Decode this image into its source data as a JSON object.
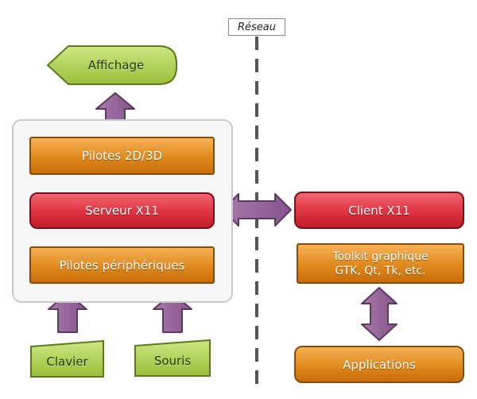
{
  "network": {
    "label": "Réseau"
  },
  "server": {
    "display_label": "Affichage",
    "drivers_2d3d": "Pilotes 2D/3D",
    "x11_server": "Serveur X11",
    "peripheral_drivers": "Pilotes périphériques",
    "keyboard": "Clavier",
    "mouse": "Souris"
  },
  "client": {
    "x11_client": "Client X11",
    "toolkit_line1": "Toolkit graphique",
    "toolkit_line2": "GTK, Qt, Tk, etc.",
    "applications": "Applications"
  },
  "colors": {
    "arrow_fill": "#9b6c9e",
    "arrow_stroke": "#5a3a5e",
    "green_fill": "#b7d65f",
    "green_stroke": "#5e7a1c",
    "dashed_line": "#555555"
  }
}
